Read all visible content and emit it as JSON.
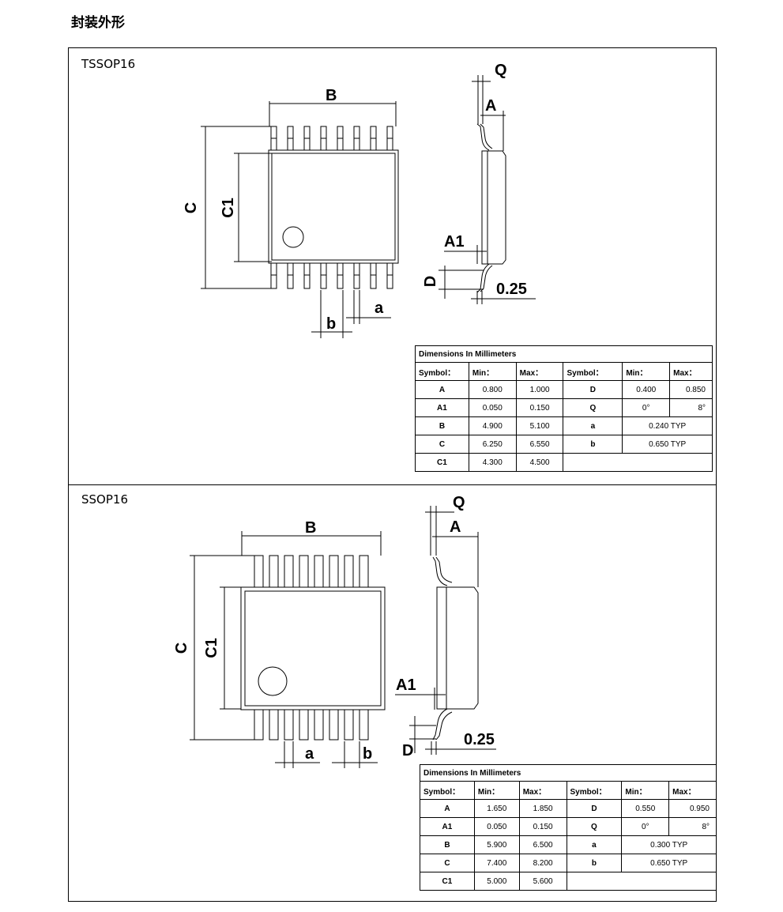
{
  "section_title": "封装外形",
  "packages": [
    {
      "name": "TSSOP16",
      "labels": {
        "B": "B",
        "C": "C",
        "C1": "C1",
        "a": "a",
        "b": "b",
        "Q": "Q",
        "A": "A",
        "A1": "A1",
        "D": "D",
        "gauge": "0.25"
      },
      "table": {
        "caption": "Dimensions In Millimeters",
        "headers": [
          "Symbol：",
          "Min：",
          "Max：",
          "Symbol：",
          "Min：",
          "Max："
        ],
        "rows": [
          {
            "s1": "A",
            "min1": "0.800",
            "max1": "1.000",
            "s2": "D",
            "min2": "0.400",
            "max2": "0.850"
          },
          {
            "s1": "A1",
            "min1": "0.050",
            "max1": "0.150",
            "s2": "Q",
            "min2": "0°",
            "max2": "8°"
          },
          {
            "s1": "B",
            "min1": "4.900",
            "max1": "5.100",
            "s2": "a",
            "typ2": "0.240 TYP"
          },
          {
            "s1": "C",
            "min1": "6.250",
            "max1": "6.550",
            "s2": "b",
            "typ2": "0.650 TYP"
          },
          {
            "s1": "C1",
            "min1": "4.300",
            "max1": "4.500"
          }
        ]
      }
    },
    {
      "name": "SSOP16",
      "labels": {
        "B": "B",
        "C": "C",
        "C1": "C1",
        "a": "a",
        "b": "b",
        "Q": "Q",
        "A": "A",
        "A1": "A1",
        "D": "D",
        "gauge": "0.25"
      },
      "table": {
        "caption": "Dimensions In Millimeters",
        "headers": [
          "Symbol：",
          "Min：",
          "Max：",
          "Symbol：",
          "Min：",
          "Max："
        ],
        "rows": [
          {
            "s1": "A",
            "min1": "1.650",
            "max1": "1.850",
            "s2": "D",
            "min2": "0.550",
            "max2": "0.950"
          },
          {
            "s1": "A1",
            "min1": "0.050",
            "max1": "0.150",
            "s2": "Q",
            "min2": "0°",
            "max2": "8°"
          },
          {
            "s1": "B",
            "min1": "5.900",
            "max1": "6.500",
            "s2": "a",
            "typ2": "0.300 TYP"
          },
          {
            "s1": "C",
            "min1": "7.400",
            "max1": "8.200",
            "s2": "b",
            "typ2": "0.650 TYP"
          },
          {
            "s1": "C1",
            "min1": "5.000",
            "max1": "5.600"
          }
        ]
      }
    }
  ]
}
